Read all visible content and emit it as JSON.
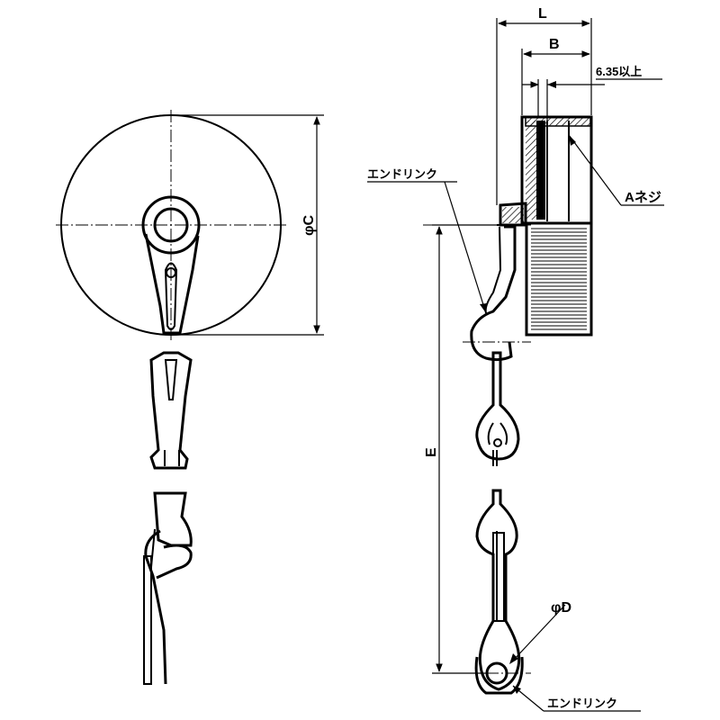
{
  "labels": {
    "dim_L": "L",
    "dim_B": "B",
    "dim_thread_min": "6.35以上",
    "thread": "Aネジ",
    "end_link_top": "エンドリンク",
    "end_link_bottom": "エンドリンク",
    "dim_C": "φC",
    "dim_D": "φD",
    "dim_E": "E"
  }
}
